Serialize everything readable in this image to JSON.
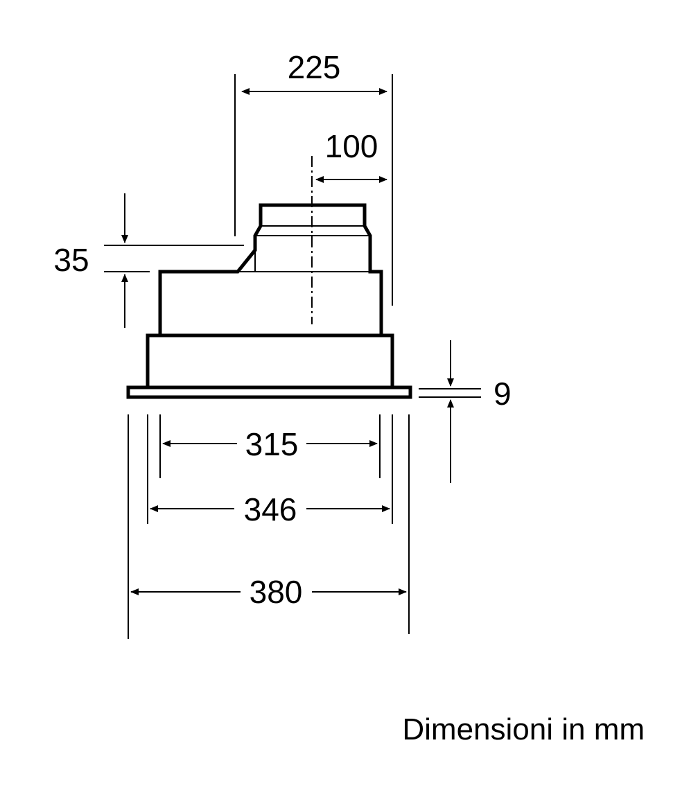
{
  "dimensions": {
    "top_width": "225",
    "outlet_offset": "100",
    "collar_height": "35",
    "panel_thickness": "9",
    "inner_width": "315",
    "body_width": "346",
    "panel_width": "380"
  },
  "footer": {
    "units_note": "Dimensioni in mm"
  },
  "colors": {
    "line": "#000000",
    "background": "#ffffff"
  }
}
